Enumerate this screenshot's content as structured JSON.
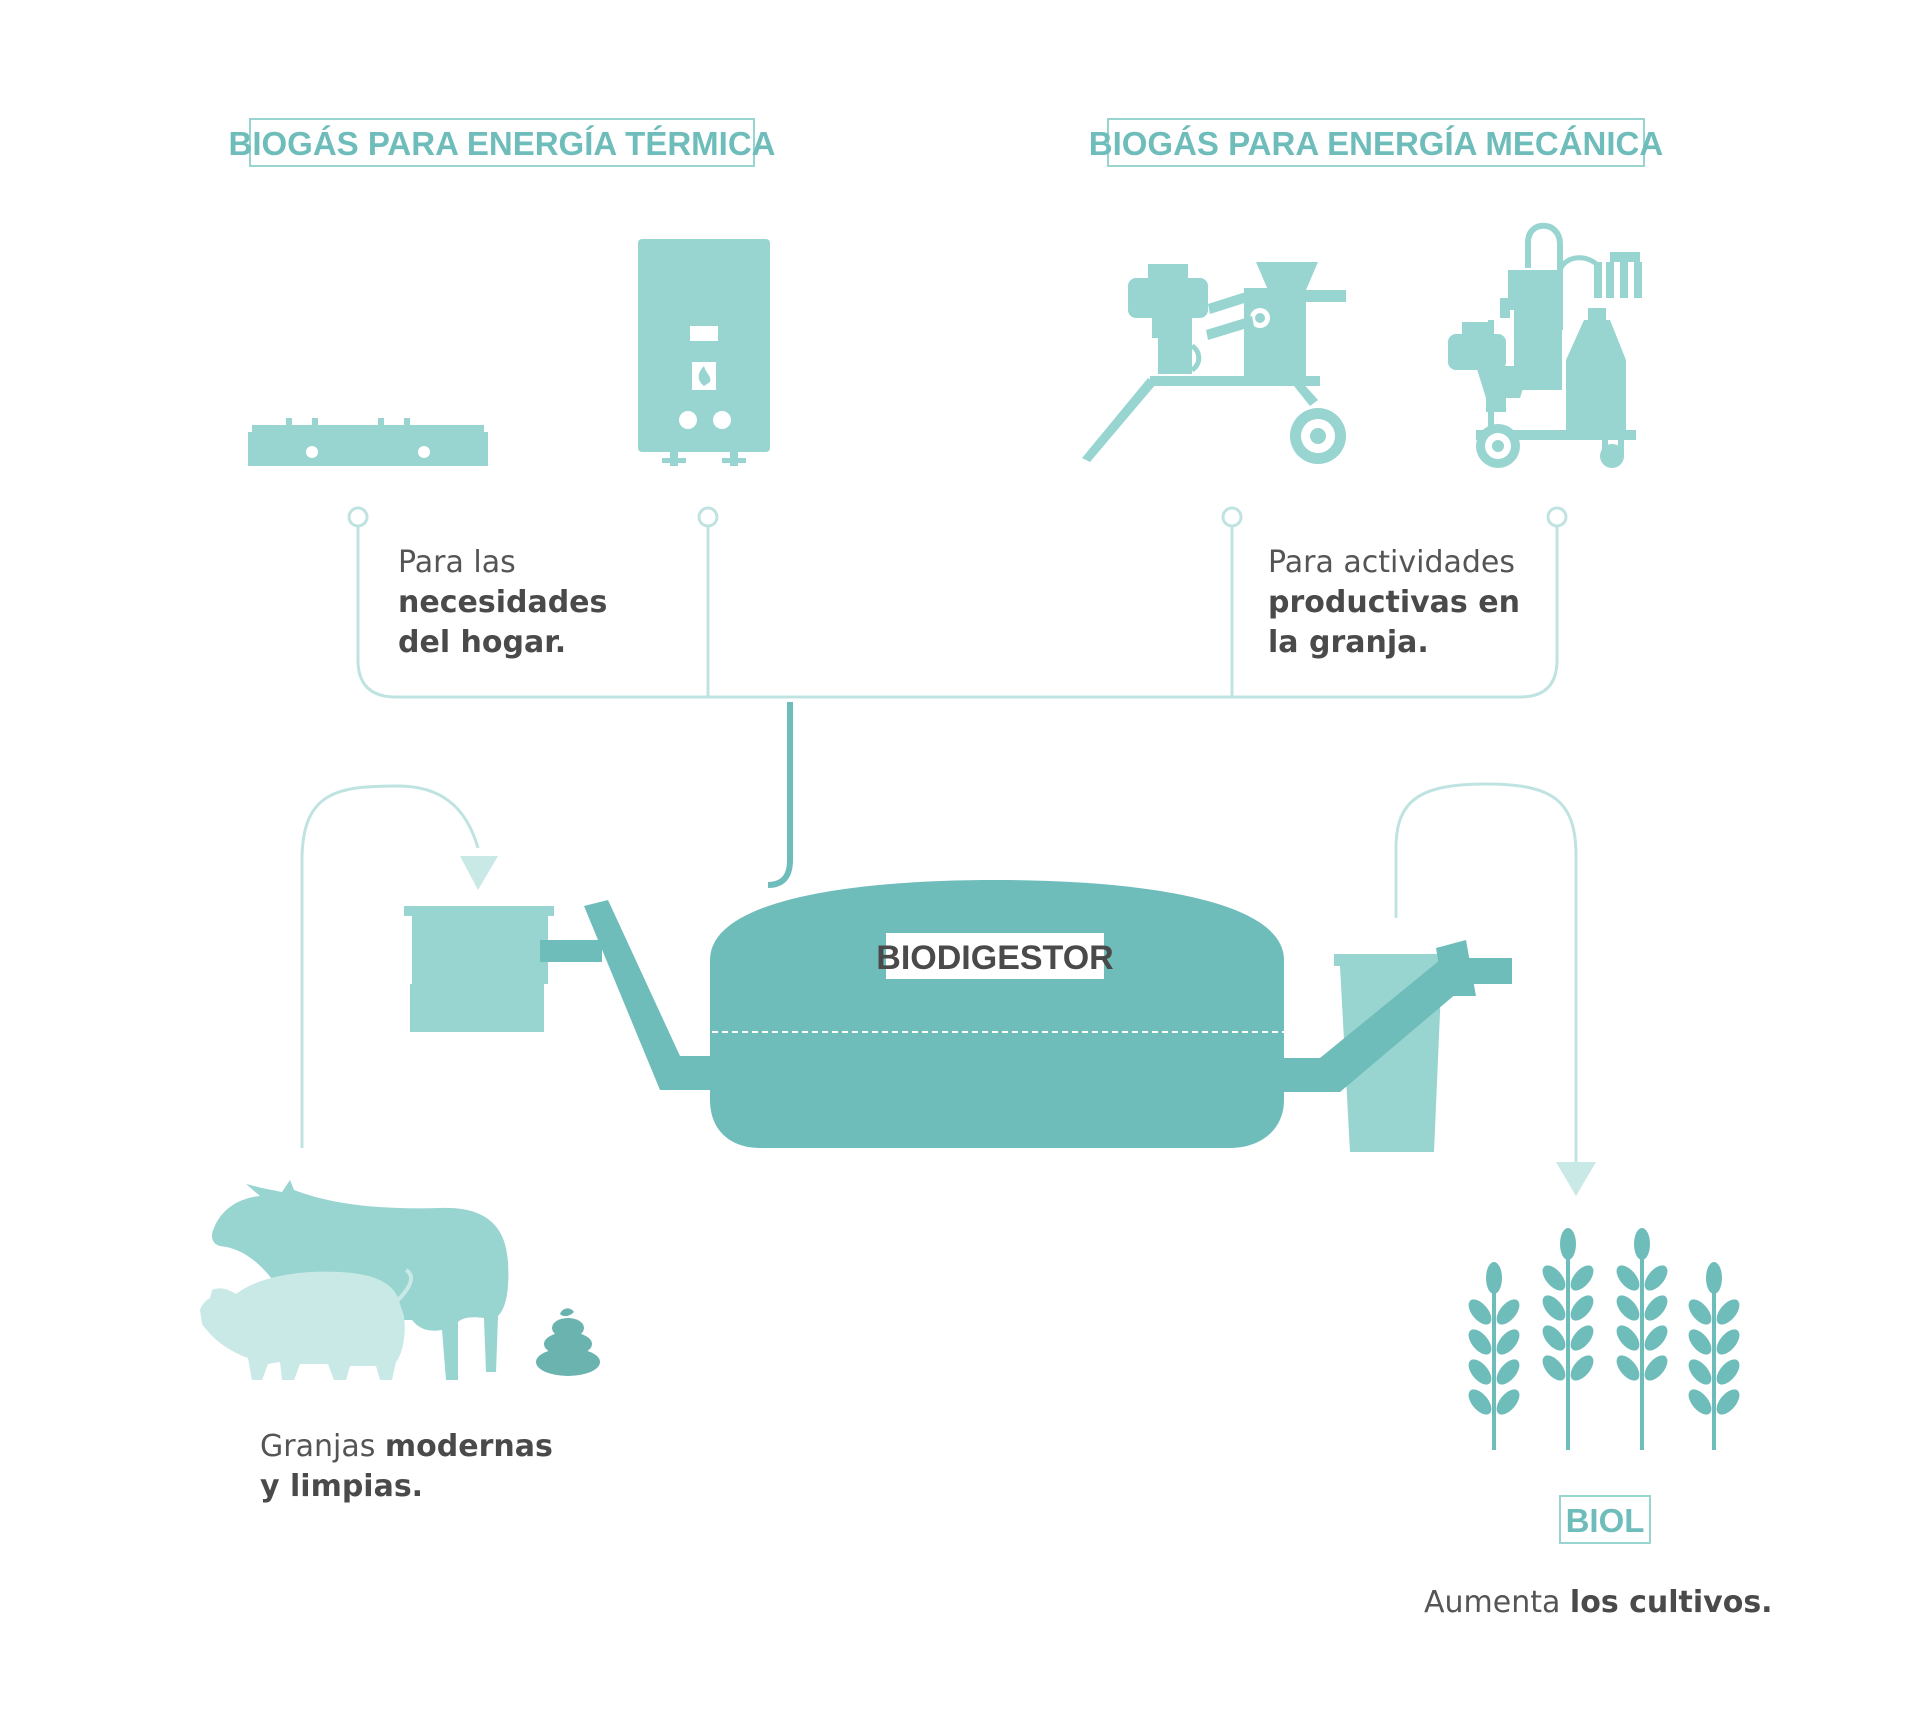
{
  "colors": {
    "dark_teal": "#6fbdbb",
    "mid_teal": "#98d4d0",
    "light_teal": "#c9e9e6",
    "poop_teal": "#6ab3af",
    "line_teal": "#bfe3e0",
    "text": "#555555"
  },
  "headings": {
    "thermal": "BIOGÁS PARA ENERGÍA TÉRMICA",
    "mechanical": "BIOGÁS PARA ENERGÍA MECÁNICA",
    "digester": "BIODIGESTOR",
    "biol": "BIOL"
  },
  "captions": {
    "home": {
      "line1": "Para las",
      "line2": "necesidades",
      "line3": "del hogar."
    },
    "farm": {
      "line1": "Para actividades",
      "line2": "productivas en",
      "line3": "la granja."
    },
    "animals": {
      "regular": "Granjas ",
      "bold1": "modernas",
      "line2": "y limpias."
    },
    "crops": {
      "regular": "Aumenta ",
      "bold": "los cultivos."
    }
  },
  "icons": [
    "gas-stove-icon",
    "water-heater-icon",
    "grinder-machine-icon",
    "milking-machine-icon",
    "cow-icon",
    "pig-icon",
    "manure-icon",
    "wheat-icon"
  ]
}
